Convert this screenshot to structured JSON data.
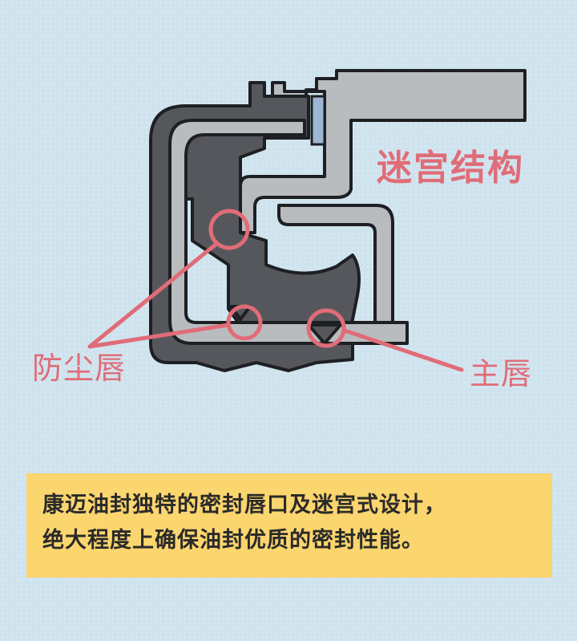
{
  "labels": {
    "title": "迷宫结构",
    "dust_lip": "防尘唇",
    "main_lip": "主唇"
  },
  "caption": {
    "line1": "康迈油封独特的密封唇口及迷宫式设计，",
    "line2": "绝大程度上确保油封优质的密封性能。"
  },
  "colors": {
    "background": "#cfe3ee",
    "rubber": "#55575c",
    "metal_frame": "#b9bcbf",
    "spring_blue": "#9cb6d3",
    "outline": "#1e1f22",
    "accent_pink": "#e06c78",
    "caption_bg": "#fbd56e"
  }
}
